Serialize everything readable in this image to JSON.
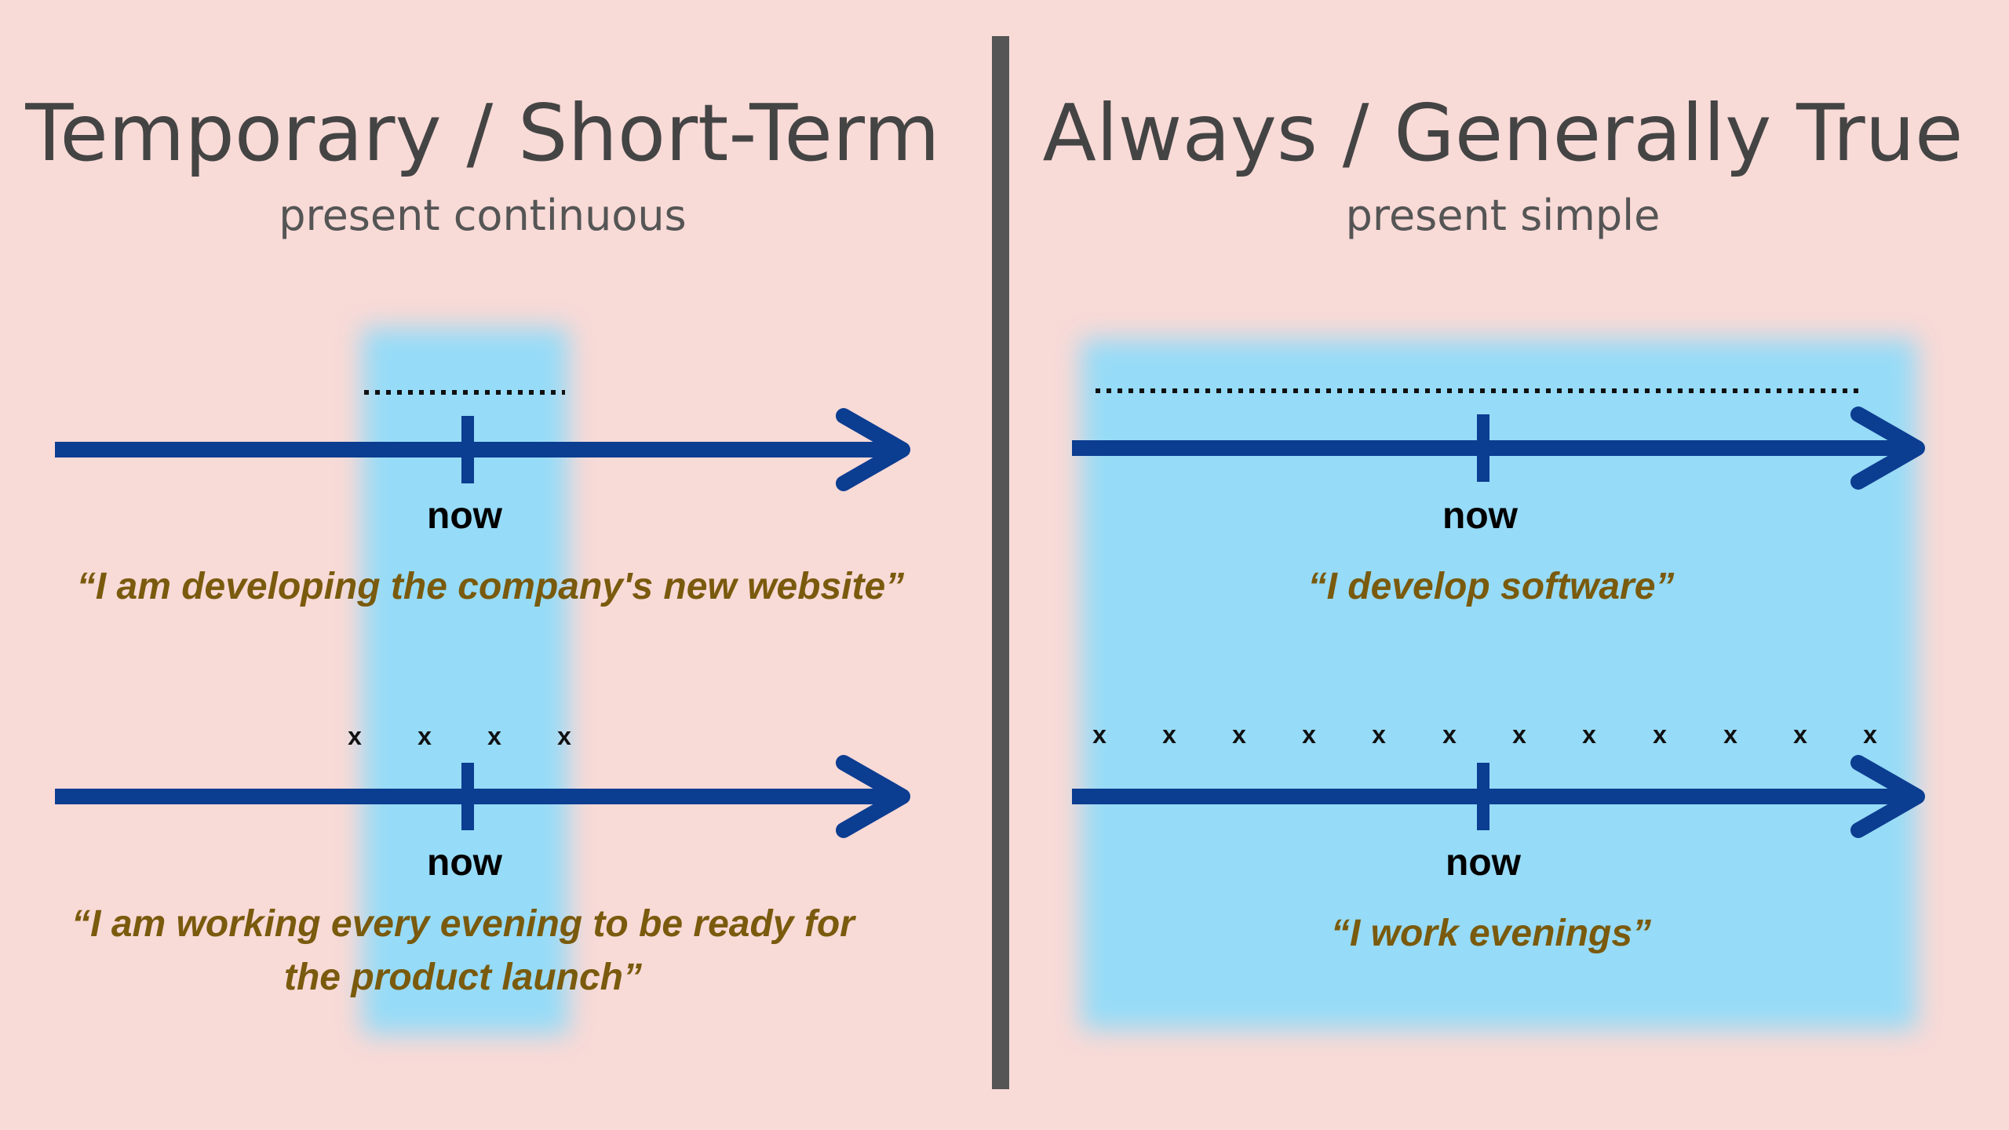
{
  "left": {
    "title": "Temporary / Short-Term",
    "subtitle": "present continuous",
    "timeline_1": {
      "now_label": "now",
      "quote": "“I am developing the company's new website”"
    },
    "timeline_2": {
      "marks": [
        "x",
        "x",
        "x",
        "x"
      ],
      "now_label": "now",
      "quote": "“I am working every evening to be ready for the product launch”"
    }
  },
  "right": {
    "title": "Always / Generally True",
    "subtitle": "present simple",
    "timeline_1": {
      "now_label": "now",
      "quote": "“I develop software”"
    },
    "timeline_2": {
      "marks": [
        "x",
        "x",
        "x",
        "x",
        "x",
        "x",
        "x",
        "x",
        "x",
        "x",
        "x",
        "x"
      ],
      "now_label": "now",
      "quote": "“I work evenings”"
    }
  },
  "colors": {
    "background": "#f8dad7",
    "timeline": "#0b3d91",
    "highlight": "#96dbf7",
    "quote_text": "#7a5a0d",
    "divider": "#555555"
  }
}
